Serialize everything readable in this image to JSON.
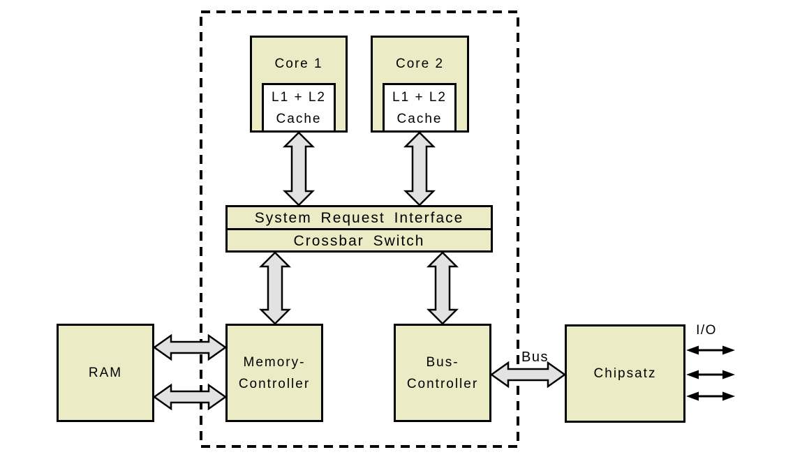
{
  "diagram": {
    "title_hint": "dual-core CPU architecture diagram",
    "colors": {
      "box_fill": "#EBEBC5",
      "cache_fill": "#FFFFFF",
      "arrow_fill": "#E2E2E2",
      "stroke": "#000000",
      "background": "#FFFFFF"
    },
    "nodes": {
      "core1_title": "Core 1",
      "core2_title": "Core 2",
      "cache1_line1": "L1 + L2",
      "cache1_line2": "Cache",
      "cache2_line1": "L1 + L2",
      "cache2_line2": "Cache",
      "sri": "System Request Interface",
      "crossbar": "Crossbar Switch",
      "ram": "RAM",
      "mc_line1": "Memory-",
      "mc_line2": "Controller",
      "bc_line1": "Bus-",
      "bc_line2": "Controller",
      "chipset": "Chipsatz"
    },
    "labels": {
      "bus": "Bus",
      "io": "I/O"
    }
  }
}
